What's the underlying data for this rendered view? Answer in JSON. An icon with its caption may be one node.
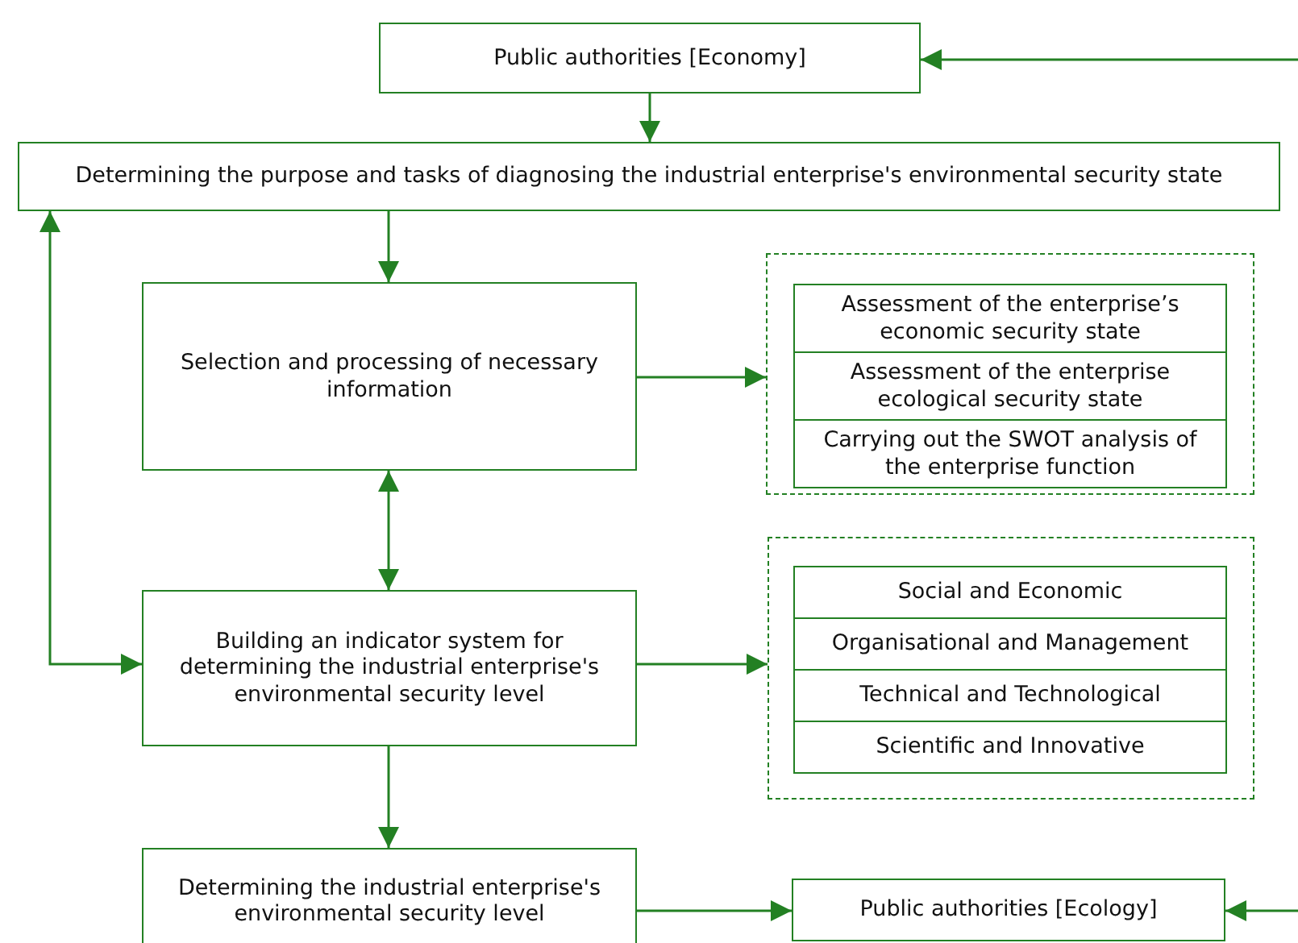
{
  "diagram": {
    "nodes": [
      {
        "text": [
          "Public authorities [Economy]"
        ]
      },
      {
        "text": [
          "Determining the purpose and tasks of diagnosing the industrial enterprise's environmental security state"
        ]
      },
      {
        "text": [
          "Selection and processing of necessary information"
        ]
      },
      {
        "text": [],
        "shape": "box"
      },
      {
        "text": [
          "Assessment of the enterprise’s economic security state"
        ],
        "in": 3
      },
      {
        "text": [
          "Assessment of the enterprise ecological security state"
        ],
        "in": 3
      },
      {
        "text": [
          "Carrying out the SWOT analysis of the enterprise function"
        ],
        "in": 3
      },
      {
        "text": [
          "Building an indicator system for determining the industrial enterprise's environmental security level"
        ]
      },
      {
        "text": [],
        "shape": "box"
      },
      {
        "text": [
          "Social and Economic"
        ],
        "in": 8
      },
      {
        "text": [
          "Organisational and Management"
        ],
        "in": 8
      },
      {
        "text": [
          "Technical and Technological"
        ],
        "in": 8
      },
      {
        "text": [
          "Scientific and Innovative"
        ],
        "in": 8
      },
      {
        "text": [
          "Determining the industrial enterprise's environmental security level"
        ]
      },
      {
        "text": [
          "Public authorities [Ecology]"
        ]
      }
    ],
    "edges": [
      {
        "from": null,
        "to": 0,
        "arrow": "to"
      },
      {
        "from": 0,
        "to": 1,
        "arrow": "to"
      },
      {
        "from": 1,
        "to": 2,
        "arrow": "to"
      },
      {
        "from": 2,
        "to": 3,
        "arrow": "to"
      },
      {
        "from": 2,
        "to": 7,
        "arrow": "both"
      },
      {
        "from": 1,
        "to": 7,
        "arrow": "both"
      },
      {
        "from": 7,
        "to": 8,
        "arrow": "to"
      },
      {
        "from": 7,
        "to": 13,
        "arrow": "to"
      },
      {
        "from": 13,
        "to": 14,
        "arrow": "to"
      },
      {
        "from": null,
        "to": 14,
        "arrow": "to"
      }
    ]
  }
}
